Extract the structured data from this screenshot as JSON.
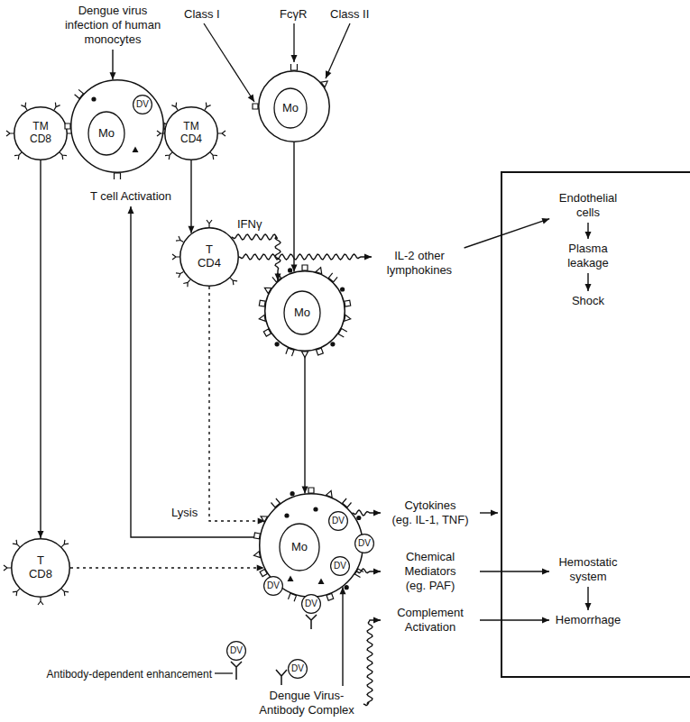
{
  "diagram": {
    "nodes": [
      {
        "text": [
          "Dengue virus infection of human monocytes"
        ]
      },
      {
        "text": [
          "TM CD8"
        ]
      },
      {
        "text": [
          "Mo"
        ]
      },
      {
        "text": [
          "DV"
        ],
        "in": 2
      },
      {
        "text": [
          "TM CD4"
        ]
      },
      {
        "text": [
          "Mo"
        ]
      },
      {
        "text": [
          "T cell Activation"
        ]
      },
      {
        "text": []
      },
      {
        "text": [
          "Endothelial cells"
        ],
        "in": 7
      },
      {
        "text": [
          "Plasma leakage"
        ],
        "in": 7
      },
      {
        "text": [
          "Shock"
        ],
        "in": 7
      },
      {
        "text": [
          "Hemostatic system"
        ],
        "in": 7
      },
      {
        "text": [
          "Hemorrhage"
        ],
        "in": 7
      },
      {
        "text": [
          "T CD4"
        ]
      },
      {
        "text": [
          "IL-2 other lymphokines"
        ]
      },
      {
        "text": [
          "Mo"
        ]
      },
      {
        "text": [
          "Cytokines",
          "(eg. IL-1, TNF)"
        ]
      },
      {
        "text": [
          "Chemical Mediators",
          "(eg. PAF)"
        ]
      },
      {
        "text": [
          "T CD8"
        ]
      },
      {
        "text": [
          "Mo"
        ]
      },
      {
        "text": [
          "DV"
        ],
        "in": 19
      },
      {
        "text": [
          "DV"
        ],
        "in": 19
      },
      {
        "text": [
          "DV"
        ]
      },
      {
        "text": [
          "DV"
        ]
      },
      {
        "text": [
          "DV"
        ]
      },
      {
        "text": [
          "Complement Activation"
        ]
      },
      {
        "text": [
          "DV"
        ]
      },
      {
        "text": [
          "DV"
        ]
      },
      {
        "text": [
          "Dengue Virus-Antibody Complex"
        ]
      }
    ],
    "edges": [
      {
        "from": 0,
        "to": 2,
        "arrow": "to"
      },
      {
        "from": 1,
        "to": 18,
        "arrow": "to"
      },
      {
        "from": 4,
        "to": 13,
        "arrow": "to"
      },
      {
        "from": 5,
        "to": 15,
        "arrow": "to"
      },
      {
        "from": 15,
        "to": 19,
        "arrow": "to"
      },
      {
        "from": 19,
        "to": 6,
        "arrow": "to"
      },
      {
        "from": 13,
        "to": 15,
        "label": "IFNγ",
        "arrow": "to"
      },
      {
        "from": 13,
        "to": 14,
        "arrow": "to"
      },
      {
        "from": 14,
        "to": 8,
        "arrow": "to"
      },
      {
        "from": 8,
        "to": 9,
        "arrow": "to"
      },
      {
        "from": 9,
        "to": 10,
        "arrow": "to"
      },
      {
        "from": 11,
        "to": 12,
        "arrow": "to"
      },
      {
        "from": 13,
        "to": 19,
        "arrow": "to"
      },
      {
        "from": 18,
        "to": 19,
        "arrow": "to"
      },
      {
        "from": 19,
        "to": 16,
        "arrow": "to"
      },
      {
        "from": 19,
        "to": 17,
        "arrow": "to"
      },
      {
        "from": 16,
        "to": 7,
        "arrow": "to"
      },
      {
        "from": 17,
        "to": 11,
        "arrow": "to"
      },
      {
        "from": 25,
        "to": 12,
        "arrow": "to"
      },
      {
        "from": 28,
        "to": 19,
        "arrow": "to"
      },
      {
        "from": 28,
        "to": 25,
        "arrow": "to"
      }
    ],
    "labels": [
      "Class I",
      "FcγR",
      "Class II",
      "Lysis",
      "Antibody-dependent enhancement"
    ]
  }
}
